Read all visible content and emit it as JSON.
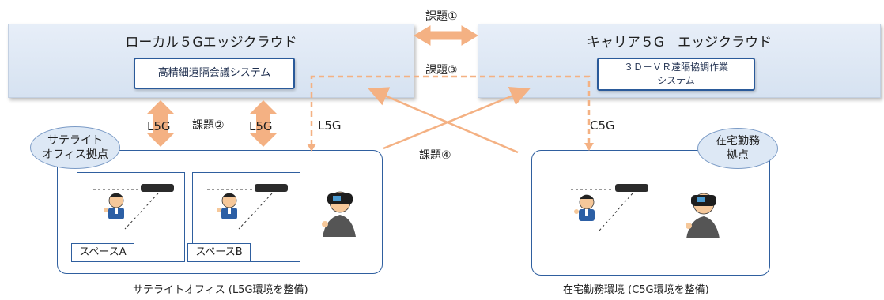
{
  "clouds": {
    "local": {
      "title": "ローカル５Gエッジクラウド",
      "system": "高精細遠隔会議システム"
    },
    "carrier": {
      "title": "キャリア５G　エッジクラウド",
      "system_line1": "３Ｄ－ＶＲ遠隔協調作業",
      "system_line2": "システム"
    }
  },
  "issues": {
    "issue1": "課題①",
    "issue2": "課題②",
    "issue3": "課題③",
    "issue4": "課題④"
  },
  "links": {
    "l5g_left": "L5G",
    "l5g_mid": "L5G",
    "l5g_right": "L5G",
    "c5g": "C5G"
  },
  "satellite": {
    "badge_line1": "サテライト",
    "badge_line2": "オフィス拠点",
    "space_a": "スペースA",
    "space_b": "スペースB",
    "caption": "サテライトオフィス (L5G環境を整備)"
  },
  "home": {
    "badge_line1": "在宅勤務",
    "badge_line2": "拠点",
    "caption": "在宅勤務環境 (C5G環境を整備)"
  },
  "colors": {
    "arrow": "#f4b183",
    "border": "#2f5f9f"
  }
}
